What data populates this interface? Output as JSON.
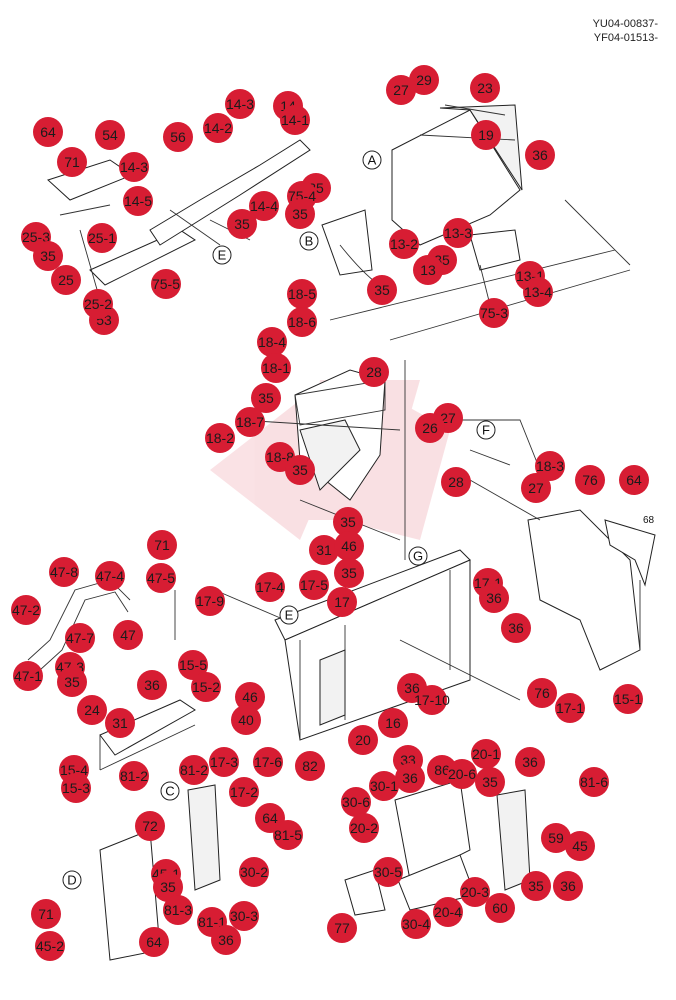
{
  "doc_codes": [
    "YU04-00837-",
    "YF04-01513-"
  ],
  "callouts": [
    "29",
    "27",
    "23",
    "19",
    "36",
    "14",
    "14-3",
    "14-2",
    "14-1",
    "56",
    "35",
    "64",
    "71",
    "54",
    "14-3",
    "14-5",
    "14-4",
    "35",
    "75-4",
    "35",
    "25-3",
    "25-1",
    "53",
    "35",
    "25",
    "25-2",
    "75-5",
    "13-2",
    "13-3",
    "35",
    "13",
    "13-1",
    "13-4",
    "75-3",
    "35",
    "18-5",
    "18-6",
    "18-4",
    "18-1",
    "35",
    "18-2",
    "18-7",
    "18-8",
    "35",
    "28",
    "27",
    "26",
    "28",
    "27",
    "18-3",
    "35",
    "31",
    "46",
    "35",
    "76",
    "64",
    "71",
    "47-5",
    "47-8",
    "47-4",
    "47-2",
    "47-7",
    "47",
    "47-3",
    "47-1",
    "35",
    "17-9",
    "17-4",
    "17-5",
    "17",
    "17-1",
    "36",
    "36",
    "24",
    "15-5",
    "15-2",
    "36",
    "31",
    "46",
    "40",
    "76",
    "17-1",
    "36",
    "17-10",
    "16",
    "15-1",
    "15-4",
    "15-3",
    "81-2",
    "81-2",
    "17-3",
    "17-2",
    "17-6",
    "82",
    "20",
    "20-1",
    "36",
    "33",
    "36",
    "30-1",
    "30-6",
    "86",
    "20-6",
    "35",
    "81-6",
    "72",
    "64",
    "81-5",
    "30-2",
    "20-2",
    "59",
    "45",
    "45-1",
    "35",
    "30-5",
    "20-3",
    "35",
    "36",
    "71",
    "81-3",
    "81-1",
    "30-3",
    "30-4",
    "20-4",
    "60",
    "77",
    "45-2",
    "64",
    "36"
  ],
  "letters": [
    "A",
    "B",
    "E",
    "F",
    "G",
    "E",
    "C",
    "D"
  ],
  "plain_labels": [
    "68"
  ]
}
